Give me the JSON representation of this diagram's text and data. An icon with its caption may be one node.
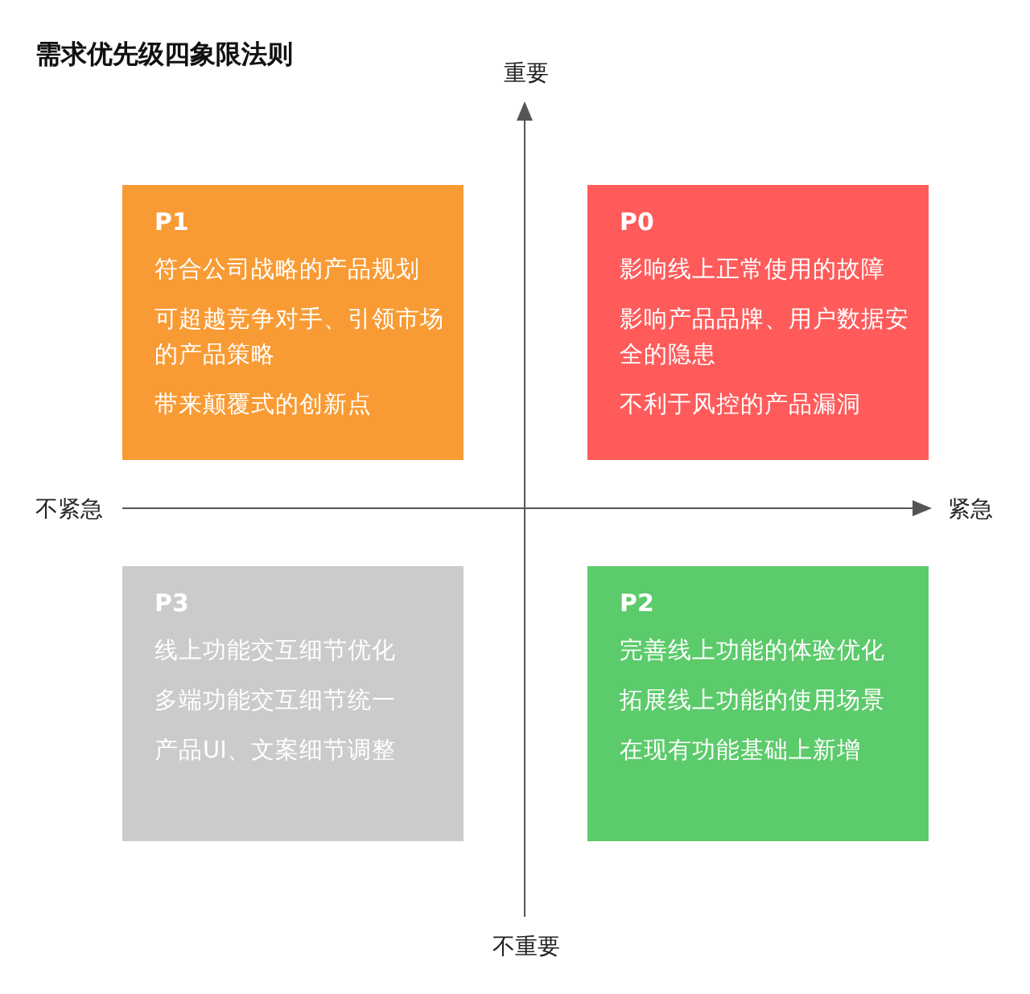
{
  "diagram": {
    "title": "需求优先级四象限法则",
    "nodes": [
      {
        "text": [
          "P1",
          "符合公司战略的产品规划",
          "可超越竞争对手、引领市场的产品策略",
          "带来颠覆式的创新点"
        ]
      },
      {
        "text": [
          "P0",
          "影响线上正常使用的故障",
          "影响产品品牌、用户数据安全的隐患",
          "不利于风控的产品漏洞"
        ]
      },
      {
        "text": [
          "P3",
          "线上功能交互细节优化",
          "多端功能交互细节统一",
          "产品UI、文案细节调整"
        ]
      },
      {
        "text": [
          "P2",
          "完善线上功能的体验优化",
          "拓展线上功能的使用场景",
          "在现有功能基础上新增"
        ]
      }
    ],
    "labels": [
      "重要",
      "不紧急",
      "紧急",
      "不重要"
    ]
  }
}
